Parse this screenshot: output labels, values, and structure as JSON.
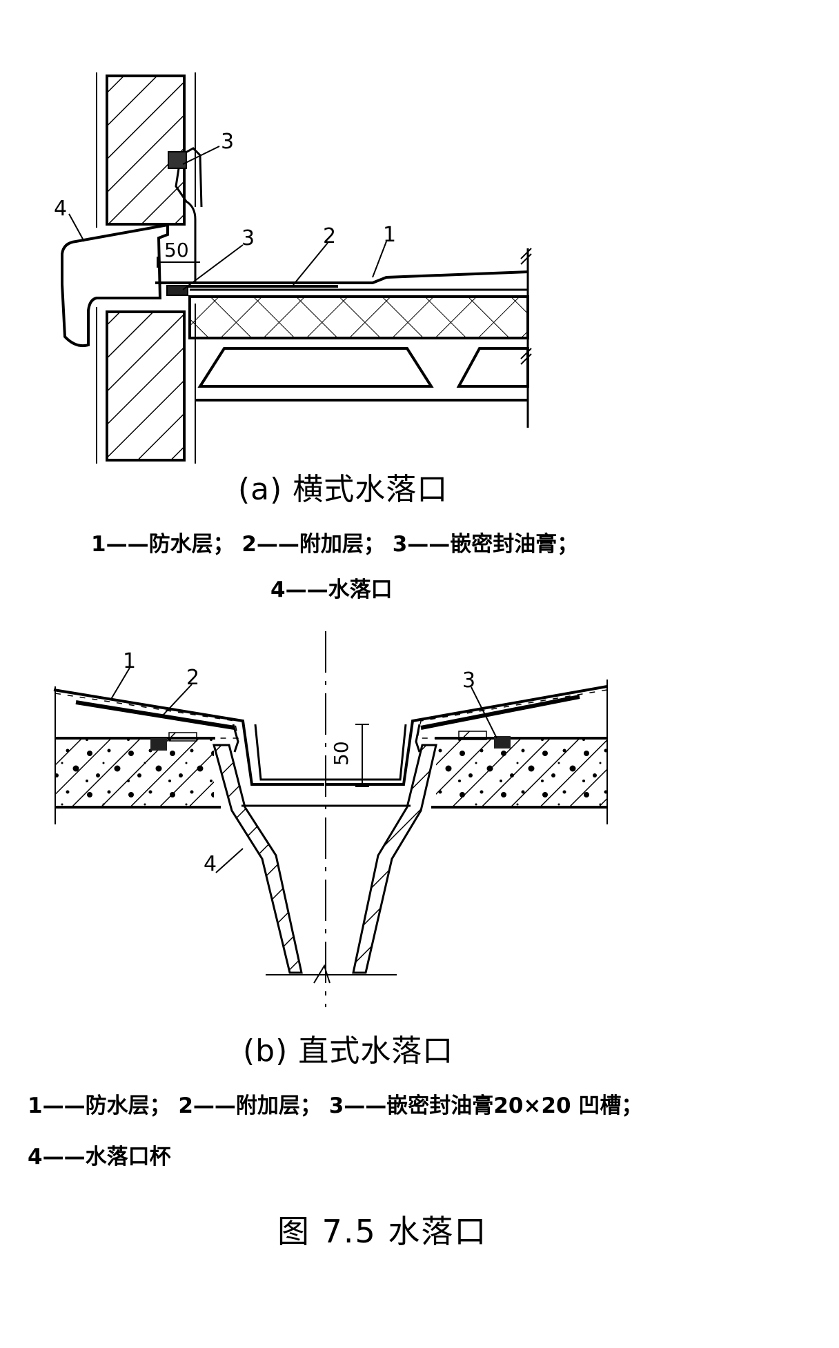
{
  "figure_a": {
    "caption": "(a) 横式水落口",
    "callouts": {
      "n1": "1",
      "n2": "2",
      "n3_top": "3",
      "n3_mid": "3",
      "n4": "4"
    },
    "dimension": "50",
    "legend_line1": "1——防水层；  2——附加层；  3——嵌密封油膏；",
    "legend_line2": "4——水落口"
  },
  "figure_b": {
    "caption": "(b) 直式水落口",
    "callouts": {
      "n1": "1",
      "n2": "2",
      "n3": "3",
      "n4": "4"
    },
    "dimension": "50",
    "legend_line1": "1——防水层；  2——附加层；  3——嵌密封油膏20×20 凹槽；",
    "legend_line2": "4——水落口杯"
  },
  "figure_title": "图 7.5   水落口"
}
